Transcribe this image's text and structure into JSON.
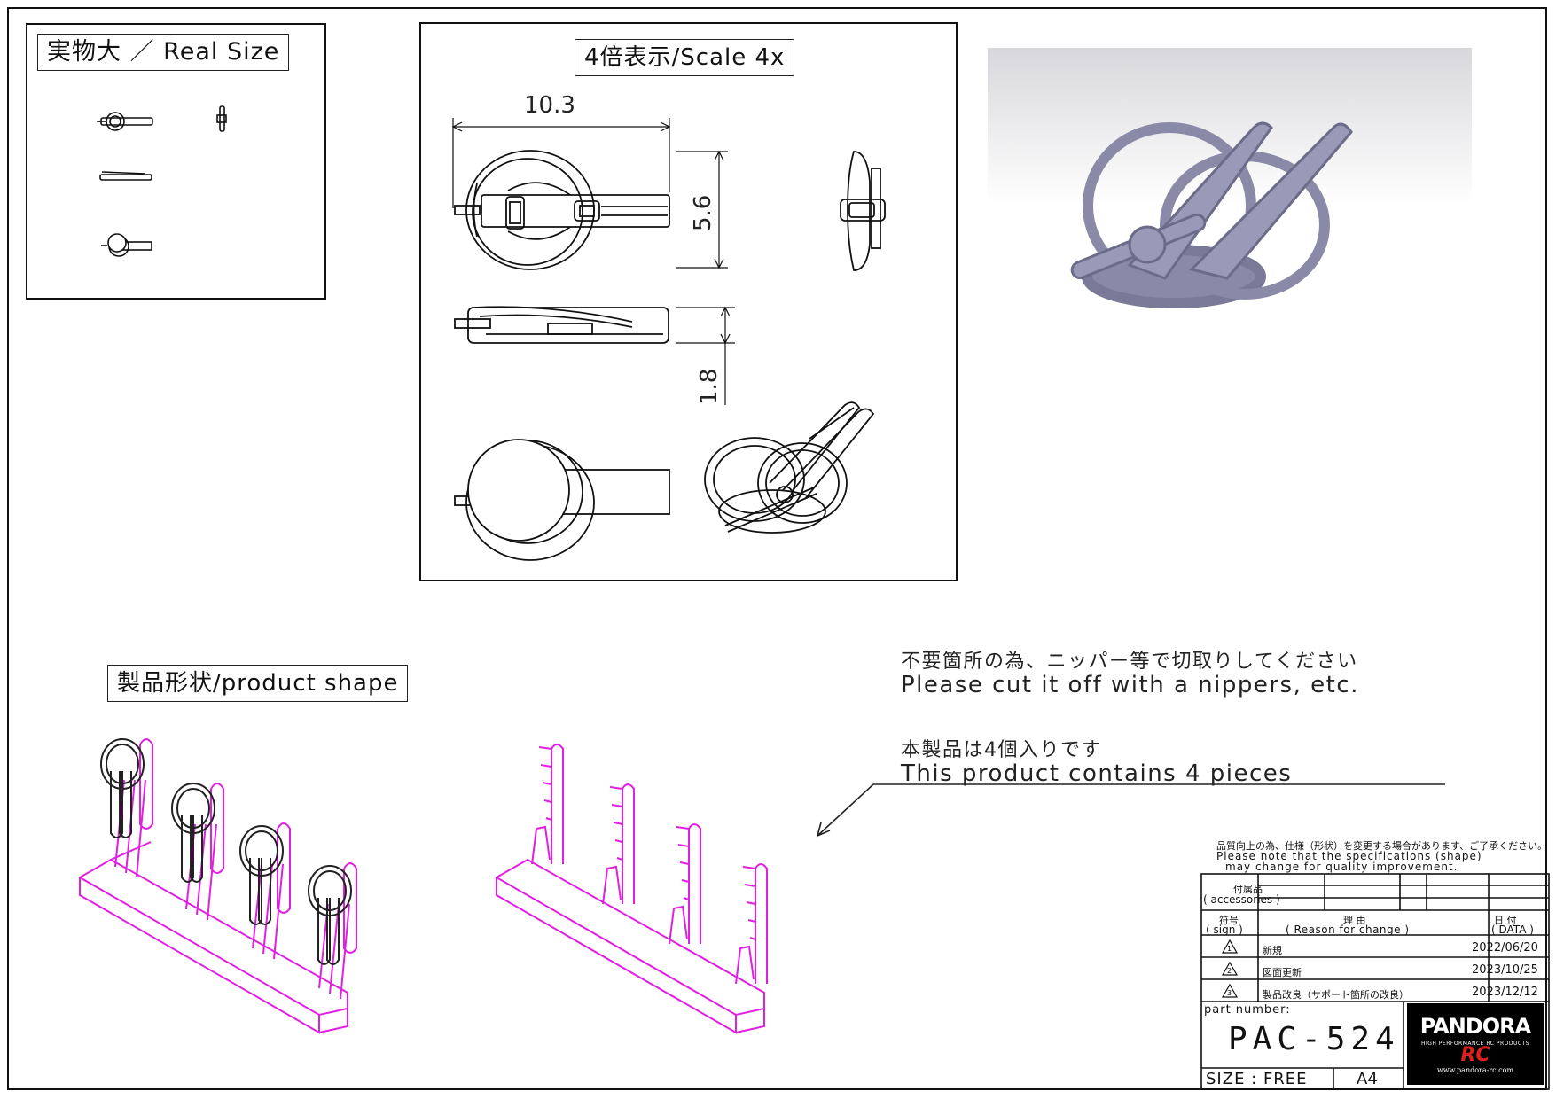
{
  "labels": {
    "real_size": "実物大 ／ Real Size",
    "scale": "4倍表示/Scale 4x",
    "product_shape": "製品形状/product shape"
  },
  "dimensions": {
    "width": "10.3",
    "height": "5.6",
    "thickness": "1.8"
  },
  "notes": {
    "cut_jp": "不要箇所の為、ニッパー等で切取りしてください",
    "cut_en": "Please cut it off with a nippers, etc.",
    "count_jp": "本製品は4個入りです",
    "count_en": "This product contains 4 pieces"
  },
  "title_block": {
    "notice_jp": "品質向上の為、仕様（形状）を変更する場合があります、ご了承ください。",
    "notice_en1": "Please note that the specifications (shape)",
    "notice_en2": "may change for quality improvement.",
    "accessories_label1": "付属品",
    "accessories_label2": "( accessories )",
    "sign_label1": "符号",
    "sign_label2": "( sign )",
    "reason_label1": "理 由",
    "reason_label2": "( Reason for change )",
    "date_label1": "日 付",
    "date_label2": "( DATA )",
    "revisions": [
      {
        "sign": "1",
        "reason": "新規",
        "date": "2022/06/20"
      },
      {
        "sign": "2",
        "reason": "図面更新",
        "date": "2023/10/25"
      },
      {
        "sign": "3",
        "reason": "製品改良（サポート箇所の改良）",
        "date": "2023/12/12"
      }
    ],
    "part_number_label": "part number:",
    "part_number": "PAC-524",
    "size_label": "SIZE : FREE",
    "paper": "A4"
  },
  "logo": {
    "name": "PANDORA",
    "tagline": "HIGH PERFORMANCE RC PRODUCTS",
    "rc": "RC",
    "url": "www.pandora-rc.com"
  },
  "colors": {
    "runner": "#e020e0",
    "render_part": "#8a8aa8"
  }
}
